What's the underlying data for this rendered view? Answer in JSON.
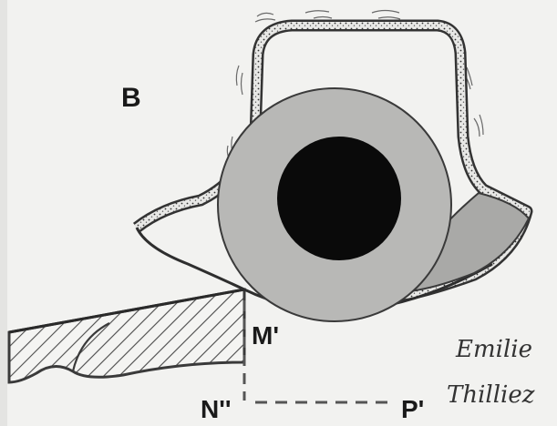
{
  "figure": {
    "panel_label": "B",
    "points": {
      "m_prime": "M'",
      "n_prime": "N''",
      "p_prime": "P'"
    },
    "signature": {
      "first_name": "Emilie",
      "last_name": "Thilliez"
    }
  },
  "colors": {
    "background": "#f2f2f0",
    "outline": "#3a3a3a",
    "eyeball": "#b8b8b6",
    "pupil": "#0a0a0a",
    "dashed_line": "#555555",
    "caruncle": "#a9a9a7"
  }
}
